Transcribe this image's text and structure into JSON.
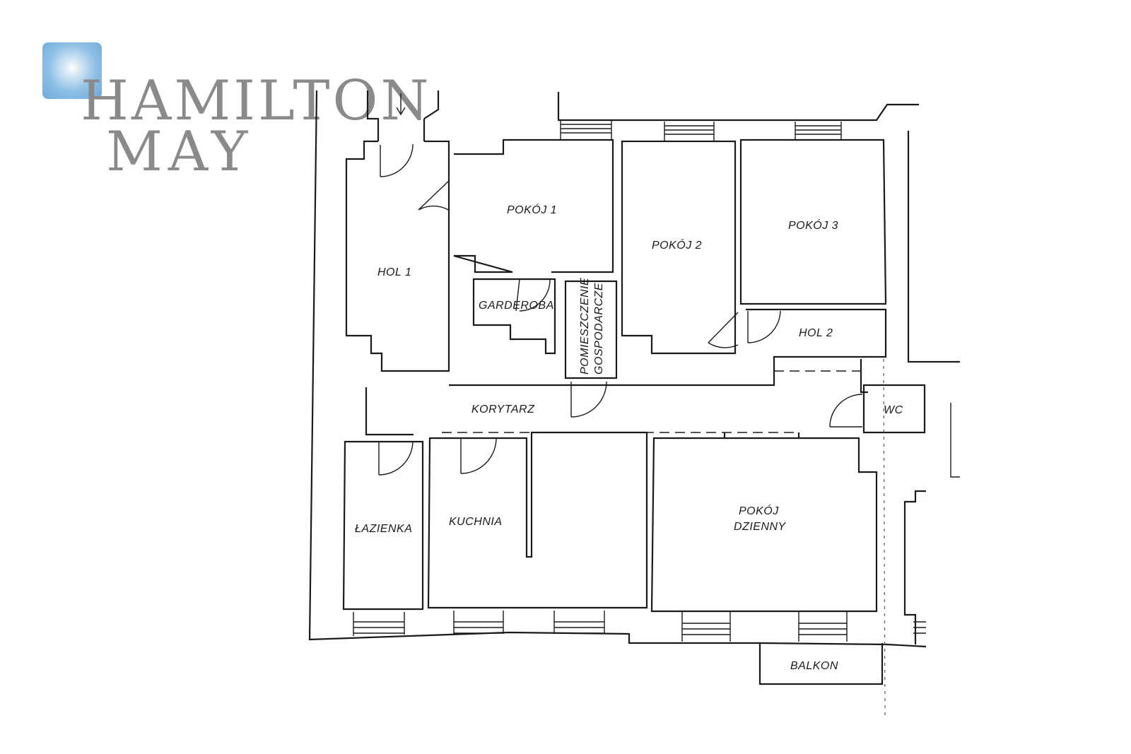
{
  "logo": {
    "line1": "HAMILTON",
    "line2": "MAY",
    "square_color": "#6aa9da",
    "text_color": "#8a8a8a"
  },
  "rooms": {
    "pokoj1": "POKÓJ 1",
    "pokoj2": "POKÓJ 2",
    "pokoj3": "POKÓJ 3",
    "hol1": "HOL 1",
    "hol2": "HOL 2",
    "garderoba": "GARDEROBA",
    "pomieszczenie_line1": "POMIESZCZENIE",
    "pomieszczenie_line2": "GOSPODARCZE",
    "korytarz": "KORYTARZ",
    "wc": "WC",
    "lazienka": "ŁAZIENKA",
    "kuchnia": "KUCHNIA",
    "dzienny_line1": "POKÓJ",
    "dzienny_line2": "DZIENNY",
    "balkon": "BALKON"
  }
}
